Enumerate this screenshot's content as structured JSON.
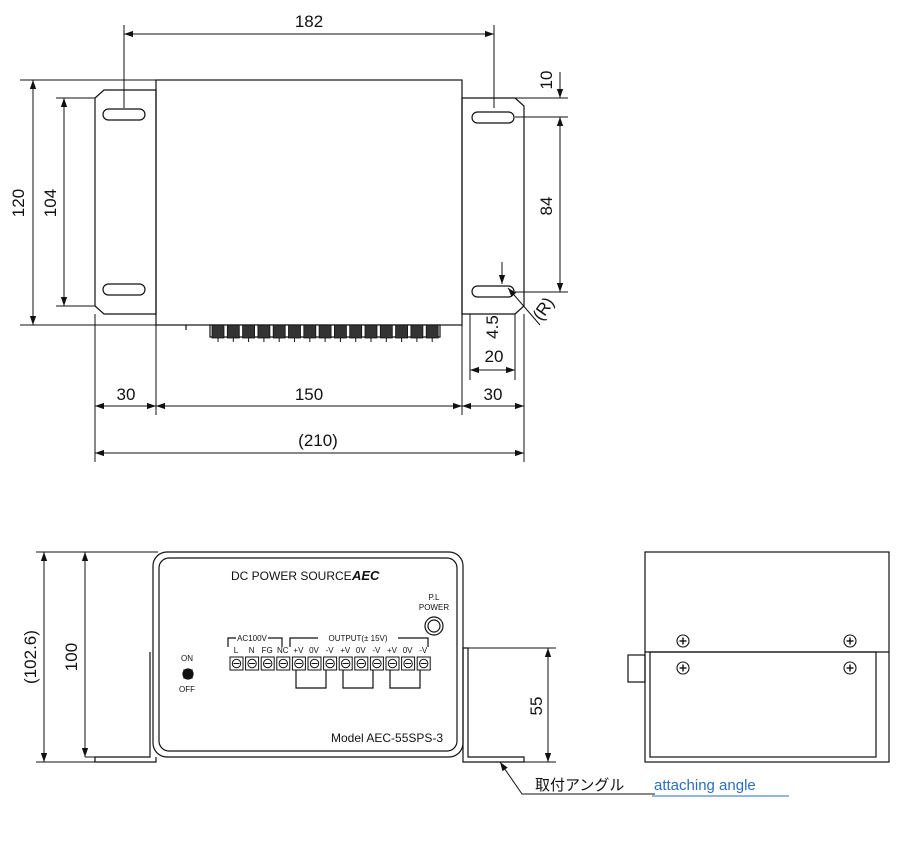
{
  "top_view": {
    "dims": {
      "overall_mount_pitch": "182",
      "height_total": "120",
      "height_inner": "104",
      "edge_offset": "10",
      "slot_pitch": "84",
      "radius": "(R)",
      "slot_offset": "4.5",
      "bracket_depth": "20",
      "left_bracket": "30",
      "body_width": "150",
      "right_bracket": "30",
      "overall_width": "(210)"
    }
  },
  "front_view": {
    "dims": {
      "height_overall": "(102.6)",
      "height_body": "100",
      "bracket_height": "55"
    },
    "panel": {
      "title": "DC POWER SOURCE",
      "brand": "AEC",
      "pl_label": "P.L",
      "power_label": "POWER",
      "switch_on": "ON",
      "switch_off": "OFF",
      "ac_label": "AC100V",
      "output_label": "OUTPUT(± 15V)",
      "terminals": [
        "L",
        "N",
        "FG",
        "NC",
        "+V",
        "0V",
        "-V",
        "+V",
        "0V",
        "-V",
        "+V",
        "0V",
        "-V"
      ],
      "model": "Model AEC-55SPS-3"
    }
  },
  "callout": {
    "jp": "取付アングル",
    "en": "attaching angle"
  },
  "colors": {
    "line": "#111111",
    "accent": "#2a6ebd"
  }
}
